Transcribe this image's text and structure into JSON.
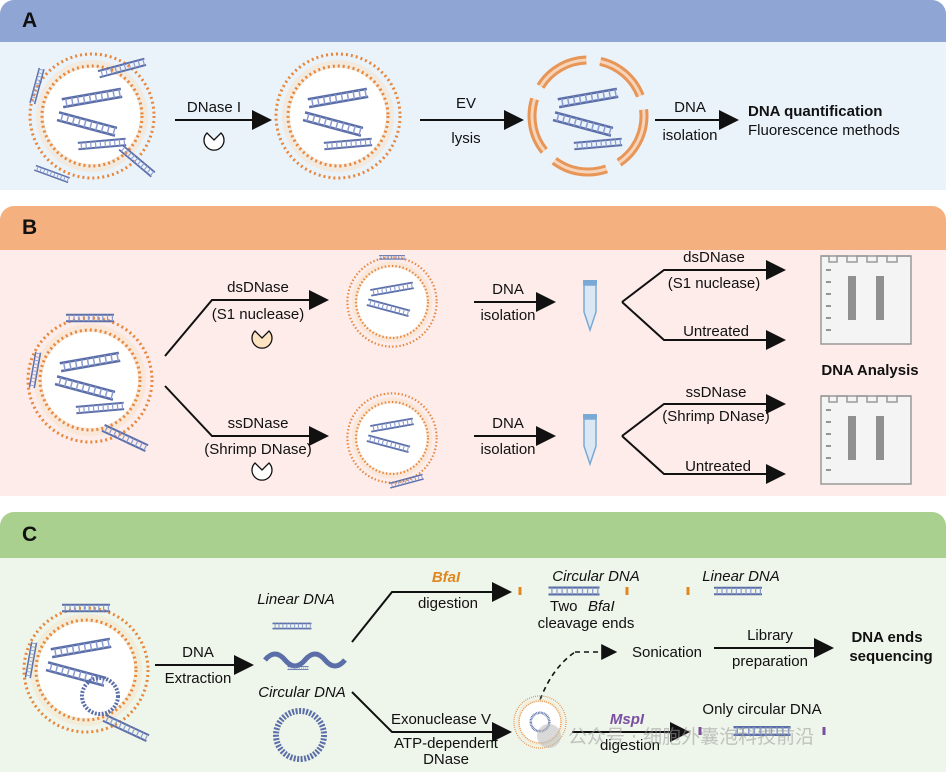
{
  "panels": {
    "a": {
      "letter": "A",
      "header_color": "#8fa6d4",
      "bg_color": "#eaf2fa"
    },
    "b": {
      "letter": "B",
      "header_color": "#f5b07f",
      "bg_color": "#fdecea"
    },
    "c": {
      "letter": "C",
      "header_color": "#a9d08e",
      "bg_color": "#eef5ea"
    }
  },
  "panel_a": {
    "step1": "DNase I",
    "step2_line1": "EV",
    "step2_line2": "lysis",
    "step3_line1": "DNA",
    "step3_line2": "isolation",
    "result_title": "DNA quantification",
    "result_subtitle": "Fluorescence methods"
  },
  "panel_b": {
    "top_enzyme": "dsDNase",
    "top_enzyme_detail": "(S1 nuclease)",
    "bottom_enzyme": "ssDNase",
    "bottom_enzyme_detail": "(Shrimp DNase)",
    "isolation_line1": "DNA",
    "isolation_line2": "isolation",
    "top_branch_treated": "dsDNase",
    "top_branch_treated_detail": "(S1 nuclease)",
    "top_branch_untreated": "Untreated",
    "bottom_branch_treated": "ssDNase",
    "bottom_branch_treated_detail": "(Shrimp DNase)",
    "bottom_branch_untreated": "Untreated",
    "result": "DNA Analysis"
  },
  "panel_c": {
    "extraction_line1": "DNA",
    "extraction_line2": "Extraction",
    "linear_label": "Linear DNA",
    "circular_label": "Circular DNA",
    "bfai_label": "BfaI",
    "bfai_digestion": "digestion",
    "circular_dna_top": "Circular DNA",
    "linear_dna_top": "Linear DNA",
    "two_label": "Two",
    "cleavage_label": "BfaI",
    "cleavage_ends": "cleavage ends",
    "sonication": "Sonication",
    "library_line1": "Library",
    "library_line2": "preparation",
    "result_line1": "DNA ends",
    "result_line2": "sequencing",
    "exonuclease": "Exonuclease V",
    "atp_dependent": "ATP-dependent",
    "dnase": "DNase",
    "mspi_label": "MspI",
    "mspi_digestion": "digestion",
    "only_circular": "Only circular DNA"
  },
  "watermark": "公众号 · 细胞外囊泡科技前沿",
  "colors": {
    "membrane": "#e8863a",
    "dna": "#5b6ea8",
    "bfai": "#e0871f",
    "mspi": "#7a4fa0"
  }
}
